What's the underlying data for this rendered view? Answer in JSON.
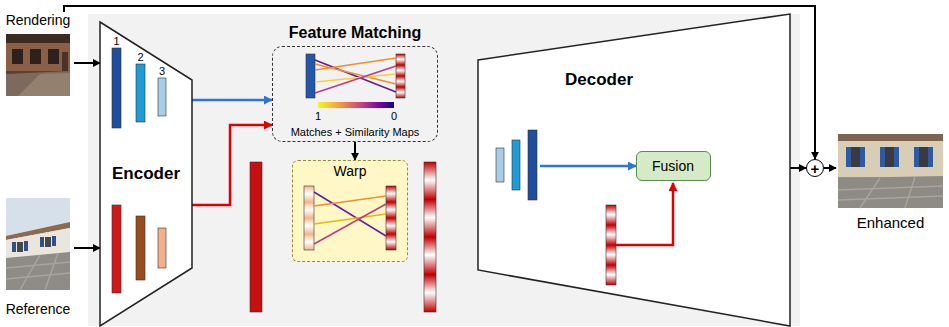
{
  "diagram": {
    "nodes": [
      {
        "text": [
          "Rendering"
        ]
      },
      {
        "text": [
          "Reference"
        ]
      },
      {
        "text": [
          "Encoder"
        ]
      },
      {
        "text": [
          "Feature Matching",
          "Matches + Similarity Maps"
        ]
      },
      {
        "text": [
          "Warp"
        ]
      },
      {
        "text": [
          "Decoder"
        ]
      },
      {
        "text": [
          "Fusion"
        ],
        "in": 5
      },
      {
        "text": [
          "+"
        ]
      },
      {
        "text": [
          "Enhanced"
        ]
      }
    ],
    "edges": [
      {
        "from": 0,
        "to": 2,
        "arrow": "to"
      },
      {
        "from": 1,
        "to": 2,
        "arrow": "to"
      },
      {
        "from": 2,
        "to": 3,
        "arrow": "to"
      },
      {
        "from": 2,
        "to": 3,
        "arrow": "to"
      },
      {
        "from": 3,
        "to": 4,
        "arrow": "to"
      },
      {
        "from": 5,
        "to": 7,
        "arrow": "to"
      },
      {
        "from": 0,
        "to": 7,
        "arrow": "to"
      },
      {
        "from": 7,
        "to": 8,
        "arrow": "to"
      }
    ],
    "labels": [
      "1",
      "2",
      "3",
      "1",
      "0"
    ]
  }
}
